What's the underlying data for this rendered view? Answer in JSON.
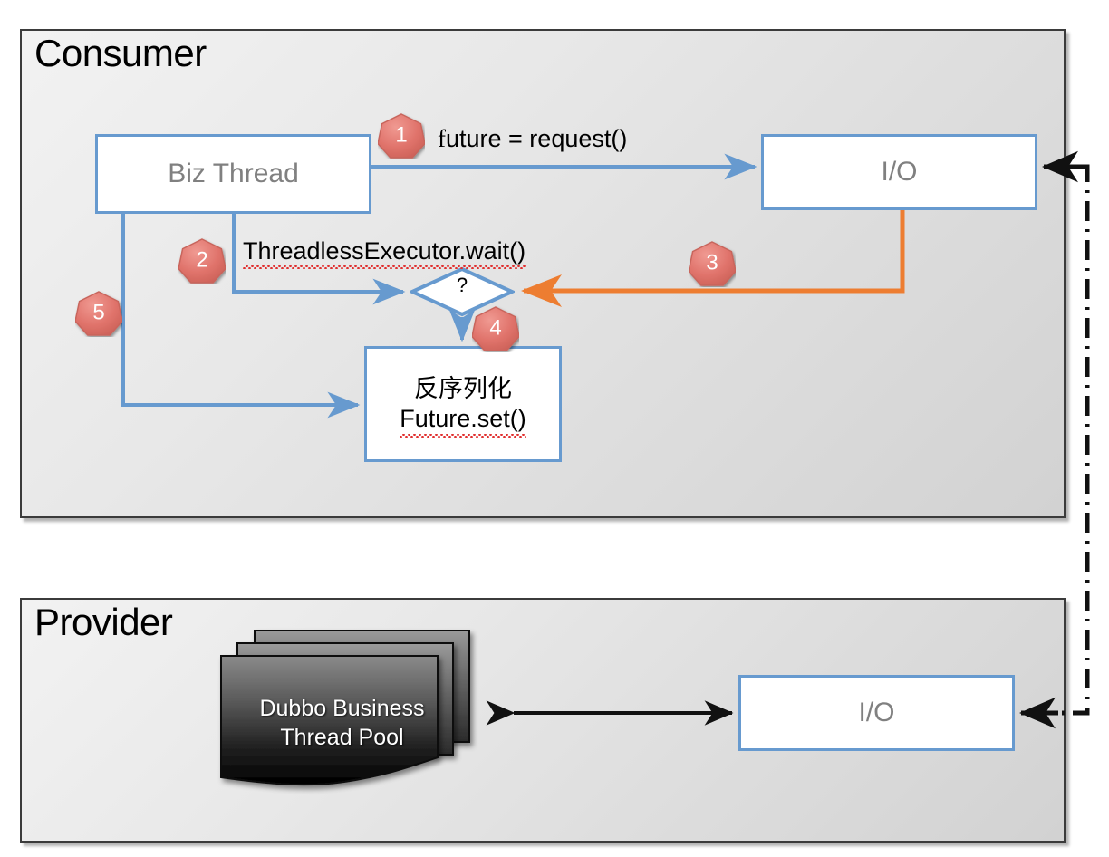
{
  "diagram": {
    "title_consumer": "Consumer",
    "title_provider": "Provider"
  },
  "consumer": {
    "biz_thread_label": "Biz Thread",
    "io_label": "I/O",
    "decision_label": "?",
    "deserialize_line1": "反序列化",
    "deserialize_line2": "Future.set()",
    "label_future_request_f": "f",
    "label_future_request_rest": "uture = request()",
    "label_threadless_wait": "ThreadlessExecutor.wait()"
  },
  "provider": {
    "io_label": "I/O",
    "thread_pool_line1": "Dubbo Business",
    "thread_pool_line2": "Thread Pool"
  },
  "badges": [
    {
      "id": "badge-1",
      "number": "1"
    },
    {
      "id": "badge-2",
      "number": "2"
    },
    {
      "id": "badge-3",
      "number": "3"
    },
    {
      "id": "badge-4",
      "number": "4"
    },
    {
      "id": "badge-5",
      "number": "5"
    }
  ],
  "colors": {
    "blue_stroke": "#679ACF",
    "orange_stroke": "#ED7D31",
    "badge_fill": "#E0736B",
    "badge_stroke": "#C65A52",
    "black_stroke": "#111111",
    "panel_border": "#3b3b3b",
    "gray_text": "#808080",
    "squiggle_red": "#e03030"
  },
  "flow": {
    "step1": "Biz Thread sends request to Consumer I/O; future = request()",
    "step2": "Biz Thread calls ThreadlessExecutor.wait() and blocks at decision",
    "step3": "Consumer I/O returns response back to the decision point",
    "step4": "Decision routes to deserialization and Future.set()",
    "step5": "Biz Thread continues into deserialization / Future.set()"
  }
}
